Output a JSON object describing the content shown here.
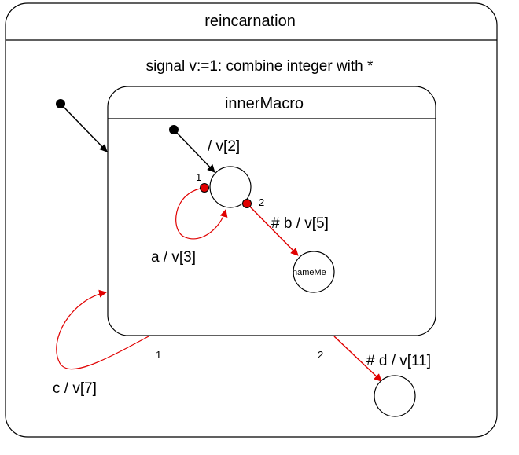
{
  "diagram": {
    "outer_state": {
      "title": "reincarnation",
      "declaration": "signal v:=1: combine integer with *"
    },
    "inner_state": {
      "title": "innerMacro",
      "initial_label": "/ v[2]",
      "self_loop_priority": "1",
      "self_loop_label": "a / v[3]",
      "exit_priority": "2",
      "exit_label": "# b / v[5]",
      "target_state_name": "nameMe"
    },
    "outer_transitions": {
      "loop_priority": "1",
      "loop_label": "c / v[7]",
      "exit_priority": "2",
      "exit_label": "# d / v[11]"
    },
    "colors": {
      "edge": "#000000",
      "transition": "#e00000",
      "port_fill": "#e00000",
      "background": "#ffffff"
    }
  }
}
